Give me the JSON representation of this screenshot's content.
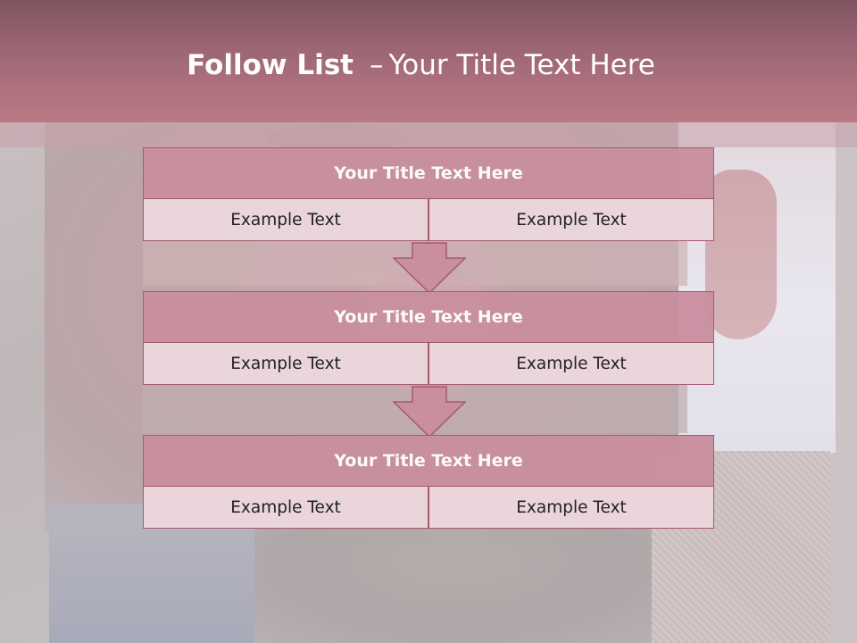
{
  "slide": {
    "title_bold": "Follow List",
    "title_separator": "–",
    "title_rest": "Your Title Text Here",
    "accent_color": "#c98f9f",
    "header_color": "#9c6674"
  },
  "steps": [
    {
      "title": "Your Title Text Here",
      "left": "Example Text",
      "right": "Example Text"
    },
    {
      "title": "Your Title Text Here",
      "left": "Example Text",
      "right": "Example Text"
    },
    {
      "title": "Your Title Text Here",
      "left": "Example Text",
      "right": "Example Text"
    }
  ],
  "arrows": [
    "down-arrow-icon",
    "down-arrow-icon"
  ]
}
